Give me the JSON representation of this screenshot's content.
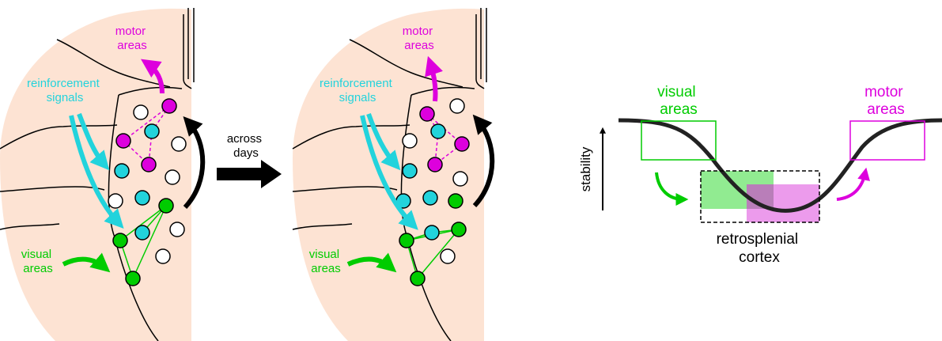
{
  "colors": {
    "visual": "#00cc00",
    "motor": "#dd00dd",
    "reinforcement": "#22d3dc",
    "cortex_fill": "#fde3d3",
    "ink": "#000000",
    "neutral_cell": "#ffffff",
    "visual_box_fill": "#7ee87e",
    "motor_box_fill": "#e98ae9"
  },
  "panel_left": {
    "motor_label": [
      "motor",
      "areas"
    ],
    "reinforcement_label": [
      "reinforcement",
      "signals"
    ],
    "visual_label": [
      "visual",
      "areas"
    ]
  },
  "transition": {
    "label": [
      "across",
      "days"
    ]
  },
  "panel_middle": {
    "motor_label": [
      "motor",
      "areas"
    ],
    "reinforcement_label": [
      "reinforcement",
      "signals"
    ],
    "visual_label": [
      "visual",
      "areas"
    ]
  },
  "stability_plot": {
    "axis_label": "stability",
    "visual_label": [
      "visual",
      "areas"
    ],
    "motor_label": [
      "motor",
      "areas"
    ],
    "rsc_label": [
      "retrosplenial",
      "cortex"
    ]
  }
}
